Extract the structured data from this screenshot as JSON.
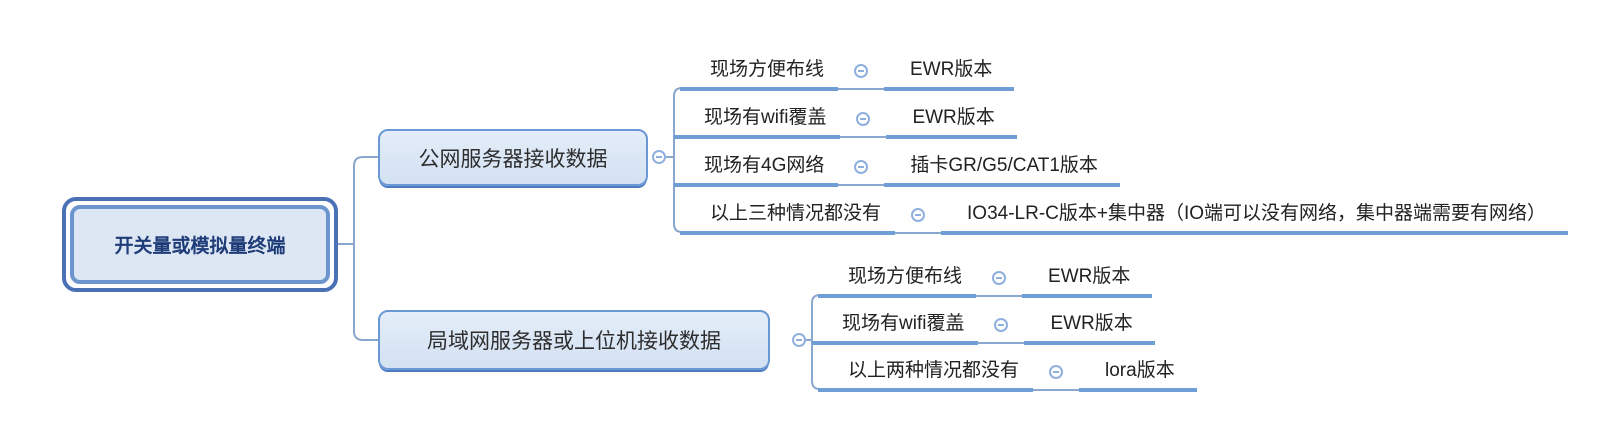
{
  "diagram_type": "mindmap",
  "root": {
    "label": "开关量或模拟量终端"
  },
  "branches": [
    {
      "label": "公网服务器接收数据",
      "children": [
        {
          "condition": "现场方便布线",
          "solution": "EWR版本"
        },
        {
          "condition": "现场有wifi覆盖",
          "solution": "EWR版本"
        },
        {
          "condition": "现场有4G网络",
          "solution": "插卡GR/G5/CAT1版本"
        },
        {
          "condition": "以上三种情况都没有",
          "solution": "IO34-LR-C版本+集中器（IO端可以没有网络，集中器端需要有网络）"
        }
      ]
    },
    {
      "label": "局域网服务器或上位机接收数据",
      "children": [
        {
          "condition": "现场方便布线",
          "solution": "EWR版本"
        },
        {
          "condition": "现场有wifi覆盖",
          "solution": "EWR版本"
        },
        {
          "condition": "以上两种情况都没有",
          "solution": "lora版本"
        }
      ]
    }
  ],
  "icons": {
    "collapse_button": "minus-in-circle ⊖"
  },
  "colors": {
    "root_outer_border": "#4a71b5",
    "root_inner_border": "#6c95ce",
    "root_fill": "#dde7f4",
    "root_text": "#1e3c78",
    "branch_border": "#6a98d4",
    "branch_fill_top": "#e4edf9",
    "branch_fill_bottom": "#d3e1f2",
    "branch_shadow": "#4f7cc1",
    "leaf_underline": "#6f9dd6",
    "connector_line": "#8aa7ce",
    "collapse_circle": "#8fb0de",
    "leaf_text": "#222222",
    "background": "#ffffff"
  }
}
